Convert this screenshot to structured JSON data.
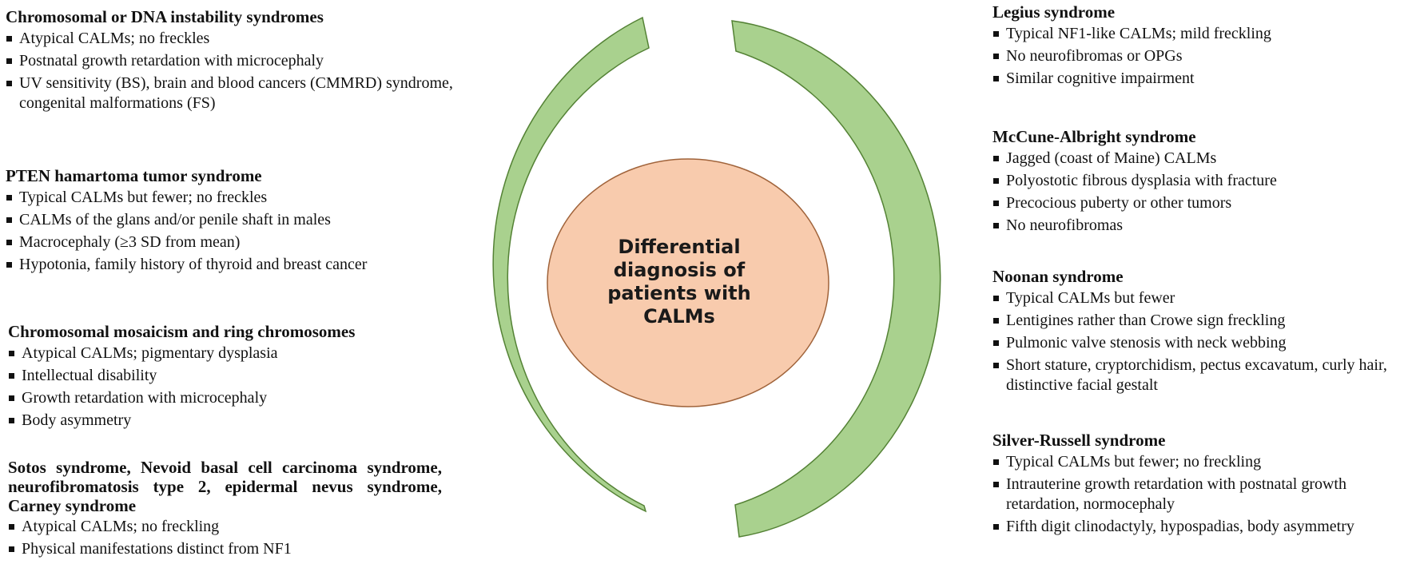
{
  "colors": {
    "ring_fill": "#a9d18e",
    "ring_stroke": "#548235",
    "center_fill": "#f8cbad",
    "center_stroke": "#a0633a"
  },
  "center": {
    "line1": "Differential",
    "line2": "diagnosis of",
    "line3": "patients with",
    "line4": "CALMs"
  },
  "left": [
    {
      "title": "Chromosomal or DNA instability syndromes",
      "items": [
        "Atypical CALMs; no freckles",
        "Postnatal growth retardation with microcephaly",
        "UV sensitivity (BS), brain and blood cancers (CMMRD) syndrome, congenital malformations (FS)"
      ]
    },
    {
      "title": "PTEN hamartoma tumor syndrome",
      "items": [
        "Typical CALMs but fewer; no freckles",
        "CALMs of the glans and/or penile shaft in males",
        "Macrocephaly (≥3 SD from mean)",
        "Hypotonia, family history of thyroid and breast cancer"
      ]
    },
    {
      "title": "Chromosomal mosaicism and ring chromosomes",
      "items": [
        "Atypical CALMs; pigmentary dysplasia",
        "Intellectual disability",
        "Growth retardation with microcephaly",
        "Body asymmetry"
      ]
    },
    {
      "title": "Sotos syndrome, Nevoid basal cell carcinoma syndrome, neurofibromatosis type 2, epidermal nevus syndrome, Carney syndrome",
      "items": [
        "Atypical CALMs; no freckling",
        "Physical manifestations distinct from NF1"
      ]
    }
  ],
  "right": [
    {
      "title": "Legius syndrome",
      "items": [
        "Typical NF1-like CALMs; mild freckling",
        "No neurofibromas or OPGs",
        "Similar cognitive impairment"
      ]
    },
    {
      "title": "McCune-Albright syndrome",
      "items": [
        "Jagged (coast of Maine) CALMs",
        "Polyostotic fibrous dysplasia with fracture",
        "Precocious puberty or other tumors",
        "No neurofibromas"
      ]
    },
    {
      "title": "Noonan syndrome",
      "items": [
        "Typical CALMs but fewer",
        "Lentigines rather than Crowe sign freckling",
        "Pulmonic valve stenosis with neck webbing",
        "Short stature, cryptorchidism, pectus excavatum, curly hair, distinctive facial gestalt"
      ]
    },
    {
      "title": "Silver-Russell syndrome",
      "items": [
        "Typical CALMs but fewer; no freckling",
        "Intrauterine growth retardation with postnatal growth retardation, normocephaly",
        "Fifth digit clinodactyly, hypospadias, body asymmetry"
      ]
    }
  ]
}
